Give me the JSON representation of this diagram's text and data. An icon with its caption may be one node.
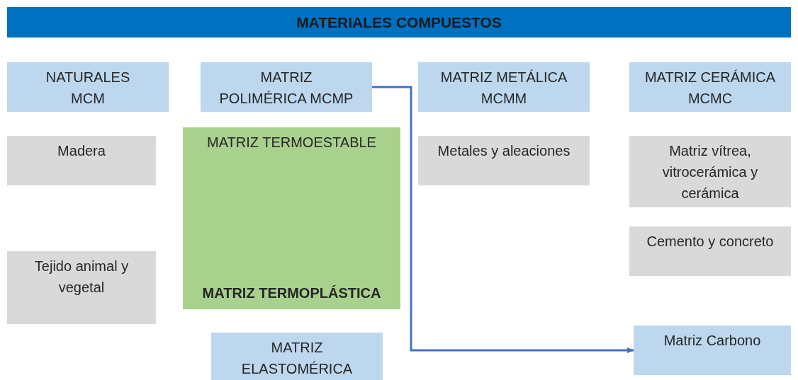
{
  "diagram": {
    "title": "MATERIALES COMPUESTOS",
    "nodes": [
      {
        "text": [
          "NATURALES MCM"
        ]
      },
      {
        "text": [
          "MATRIZ POLIMÉRICA MCMP"
        ]
      },
      {
        "text": [
          "MATRIZ METÁLICA MCMM"
        ]
      },
      {
        "text": [
          "MATRIZ CERÁMICA MCMC"
        ]
      },
      {
        "text": [
          "Madera"
        ]
      },
      {
        "text": [
          "MATRIZ TERMOESTABLE",
          "MATRIZ TERMOPLÁSTICA"
        ]
      },
      {
        "text": [
          "Metales y aleaciones"
        ]
      },
      {
        "text": [
          "Matriz vítrea, vitrocerámica y cerámica"
        ]
      },
      {
        "text": [
          "Cemento y concreto"
        ]
      },
      {
        "text": [
          "Tejido animal y vegetal"
        ]
      },
      {
        "text": [
          "MATRIZ ELASTOMÉRICA"
        ]
      },
      {
        "text": [
          "Matriz Carbono"
        ]
      }
    ],
    "edges": [
      {
        "from": 1,
        "to": 11,
        "arrow": "to"
      }
    ]
  }
}
